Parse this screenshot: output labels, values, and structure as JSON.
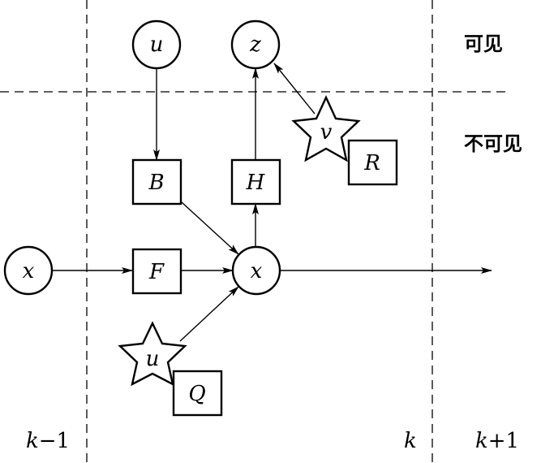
{
  "regions": {
    "visible": "可见",
    "invisible": "不可见"
  },
  "time_labels": {
    "prev": {
      "k": "k",
      "rest": "−1"
    },
    "curr": {
      "k": "k"
    },
    "next": {
      "k": "k",
      "rest": "+1"
    }
  },
  "nodes": {
    "x_prev": "x",
    "x": "x",
    "u_control": "u",
    "z": "z",
    "u_noise": "u",
    "v_noise": "v"
  },
  "boxes": {
    "B": "B",
    "F": "F",
    "H": "H",
    "Q": "Q",
    "R": "R"
  }
}
